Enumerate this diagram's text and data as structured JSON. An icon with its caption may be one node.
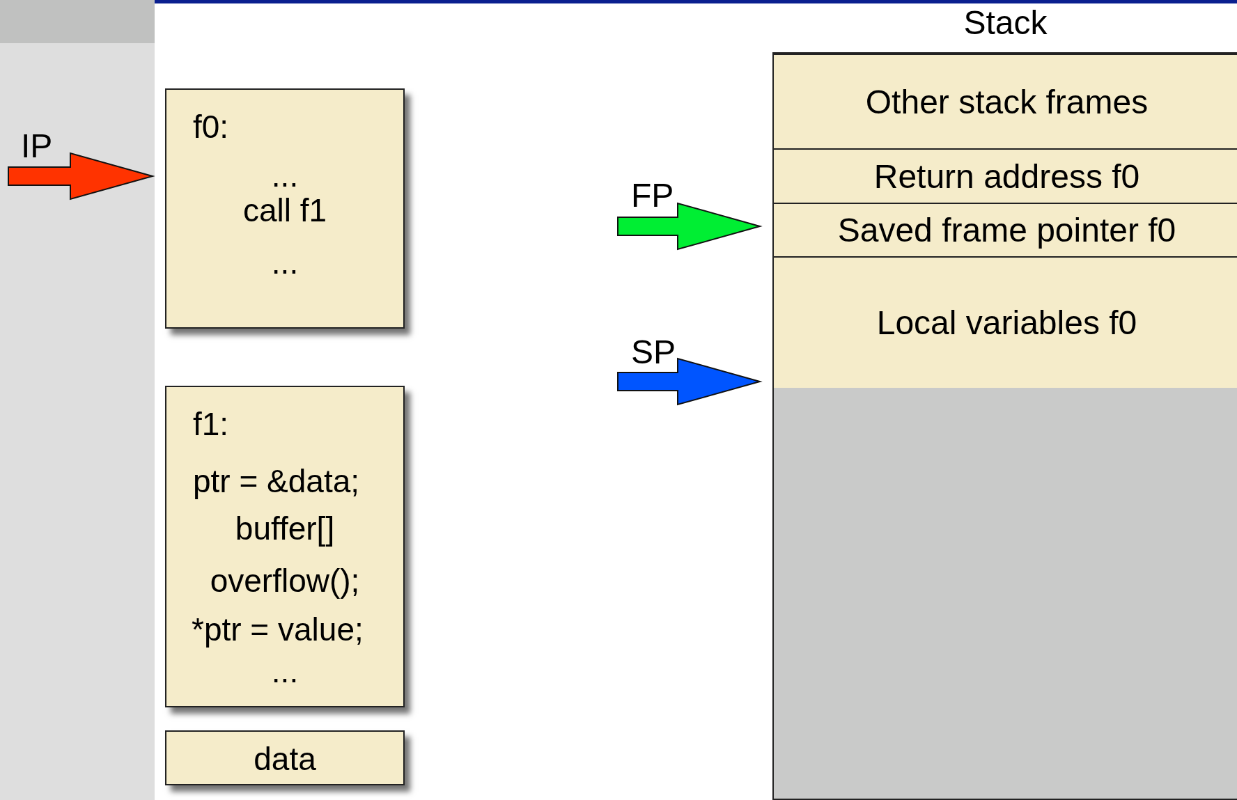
{
  "diagram": {
    "nodes": [
      {
        "text": [
          "f0:",
          "...",
          "call f1",
          "..."
        ]
      },
      {
        "text": [
          "f1:",
          "ptr = &data;",
          "buffer[]",
          "overflow();",
          "*ptr = value;",
          "..."
        ]
      },
      {
        "text": [
          "data"
        ]
      },
      {
        "text": [
          "Stack"
        ]
      },
      {
        "text": [
          "Other stack frames"
        ],
        "in": 3
      },
      {
        "text": [
          "Return address f0"
        ],
        "in": 3
      },
      {
        "text": [
          "Saved frame pointer f0"
        ],
        "in": 3
      },
      {
        "text": [
          "Local variables f0"
        ],
        "in": 3
      }
    ],
    "edges": [
      {
        "from": null,
        "to": 0,
        "arrow": "to",
        "label": "IP",
        "color": "#ff3300"
      },
      {
        "from": null,
        "to": 6,
        "arrow": "to",
        "label": "FP",
        "color": "#00ee33"
      },
      {
        "from": null,
        "to": 7,
        "arrow": "to",
        "label": "SP",
        "color": "#0055ff"
      }
    ]
  }
}
